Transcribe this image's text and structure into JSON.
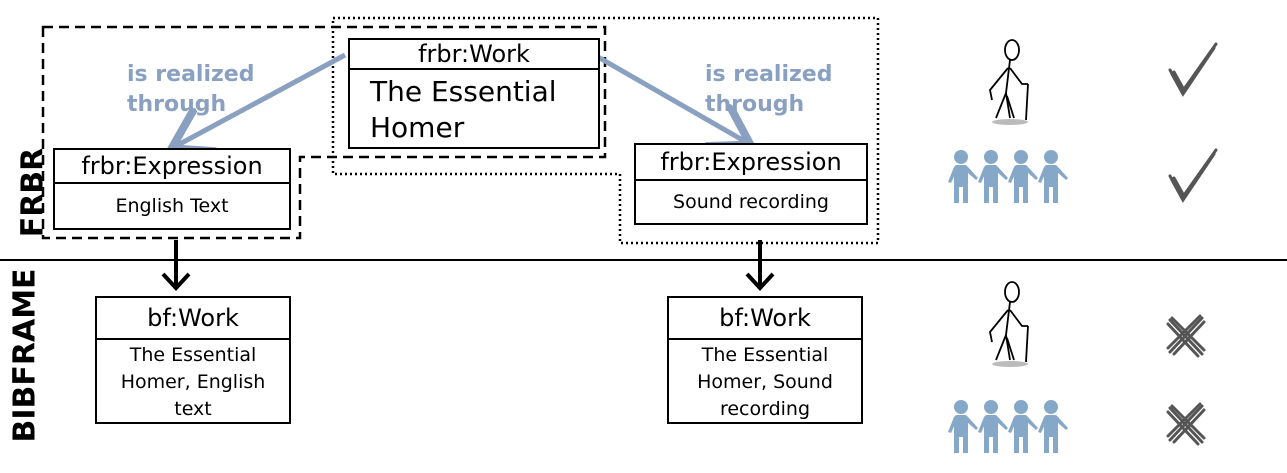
{
  "labels": {
    "frbr_side": "FRBR",
    "bibframe_side": "BIBFRAME",
    "relation_left": [
      "is realized",
      "through"
    ],
    "relation_right": [
      "is realized",
      "through"
    ]
  },
  "frbr": {
    "work": {
      "type": "frbr:Work",
      "title": [
        "The Essential",
        "Homer"
      ]
    },
    "expression_left": {
      "type": "frbr:Expression",
      "body": "English Text"
    },
    "expression_right": {
      "type": "frbr:Expression",
      "body": "Sound recording"
    }
  },
  "bibframe": {
    "work_left": {
      "type": "bf:Work",
      "body": [
        "The Essential",
        "Homer, English",
        "text"
      ]
    },
    "work_right": {
      "type": "bf:Work",
      "body": [
        "The Essential",
        "Homer, Sound",
        "recording"
      ]
    }
  },
  "legend": [
    {
      "row": "frbr-work",
      "icon": "person-icon",
      "mark": "check-icon"
    },
    {
      "row": "frbr-expression",
      "icon": "people-icon",
      "mark": "check-icon"
    },
    {
      "row": "bf-work-person",
      "icon": "person-icon",
      "mark": "cross-icon"
    },
    {
      "row": "bf-work-people",
      "icon": "people-icon",
      "mark": "cross-icon"
    }
  ],
  "colors": {
    "arrow_blue": "#8aa0c0",
    "people_blue": "#86a8c8",
    "mark_gray": "#555555"
  }
}
